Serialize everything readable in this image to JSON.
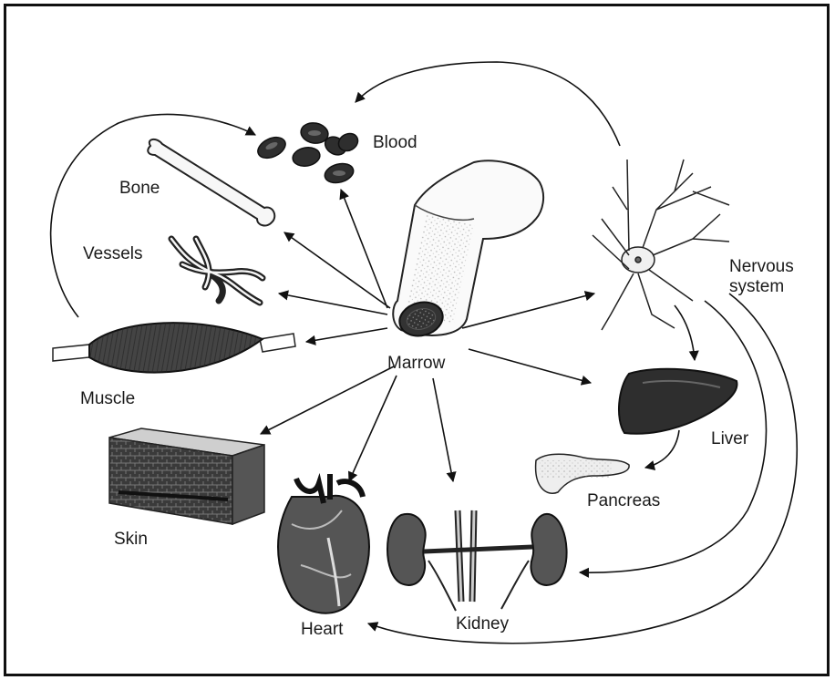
{
  "labels": {
    "blood": "Blood",
    "bone": "Bone",
    "vessels": "Vessels",
    "muscle": "Muscle",
    "skin": "Skin",
    "heart": "Heart",
    "kidney": "Kidney",
    "pancreas": "Pancreas",
    "liver": "Liver",
    "nervous_line1": "Nervous",
    "nervous_line2": "system",
    "marrow": "Marrow"
  }
}
